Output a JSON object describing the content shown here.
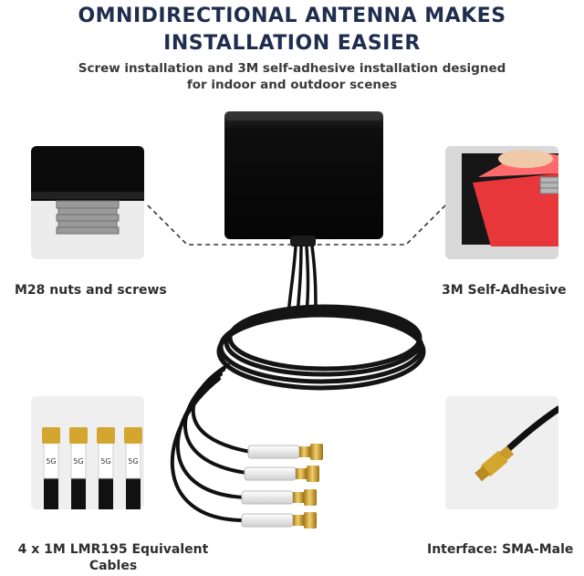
{
  "headline": {
    "line1": "OMNIDIRECTIONAL ANTENNA MAKES",
    "line2": "INSTALLATION EASIER"
  },
  "subheadline": {
    "line1": "Screw installation and 3M self-adhesive installation designed",
    "line2": "for indoor and outdoor scenes"
  },
  "features": {
    "nuts": "M28 nuts and screws",
    "adhesive": "3M Self-Adhesive",
    "cables_line1": "4 x 1M LMR195 Equivalent",
    "cables_line2": "Cables",
    "interface": "Interface: SMA-Male"
  },
  "connector_marks": [
    "5G",
    "5G",
    "5G",
    "5G"
  ],
  "colors": {
    "headline": "#1f2d4f",
    "antenna_body": "#0c0c0c",
    "gold": "#d4a630",
    "adhesive_red": "#e8373b"
  }
}
